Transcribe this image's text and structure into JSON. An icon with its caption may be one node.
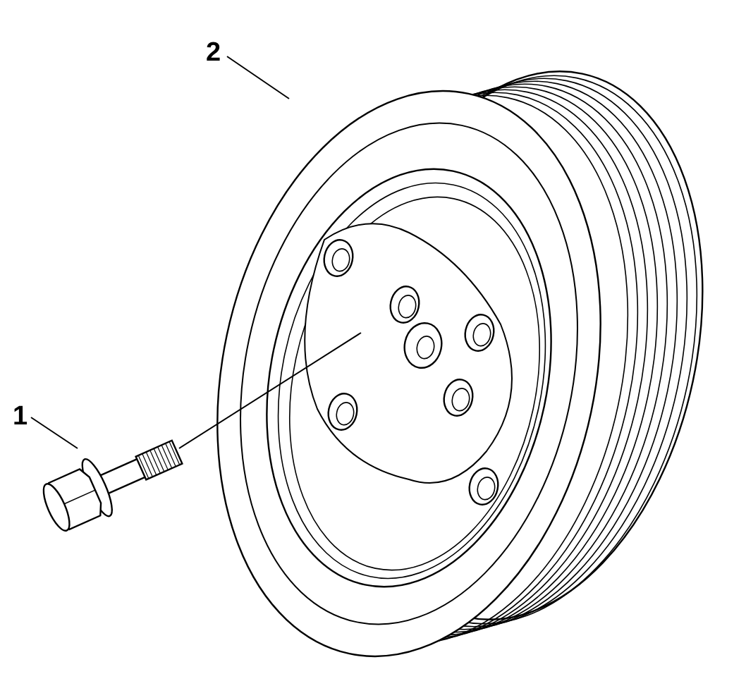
{
  "diagram": {
    "nodes": [
      {
        "text": [
          "2"
        ]
      },
      {
        "text": [],
        "shape": "picture"
      },
      {
        "text": [
          "1"
        ]
      },
      {
        "text": [],
        "shape": "picture"
      }
    ],
    "edges": [
      {
        "from": 0,
        "to": 1,
        "arrow": "none"
      },
      {
        "from": 2,
        "to": 3,
        "arrow": "none"
      },
      {
        "from": 3,
        "to": 1,
        "arrow": "none"
      }
    ]
  }
}
